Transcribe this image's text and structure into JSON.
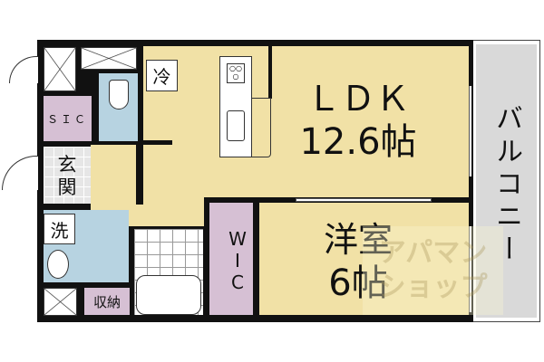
{
  "rooms": {
    "ldk": {
      "name": "ＬＤＫ",
      "size": "12.6帖"
    },
    "western": {
      "name": "洋室",
      "size": "6帖"
    },
    "balcony": "バルコニー",
    "wic": [
      "W",
      "I",
      "C"
    ],
    "sic": "ＳＩＣ",
    "entrance": [
      "玄",
      "関"
    ],
    "washroom": "洗",
    "fridge": "冷",
    "storage": "収納"
  },
  "watermark": {
    "brand": "アパマンショップ"
  },
  "colors": {
    "living": "#f1e1a6",
    "water": "#b7d3e1",
    "storage": "#d6c0d4",
    "balcony": "#d9d9d9"
  }
}
